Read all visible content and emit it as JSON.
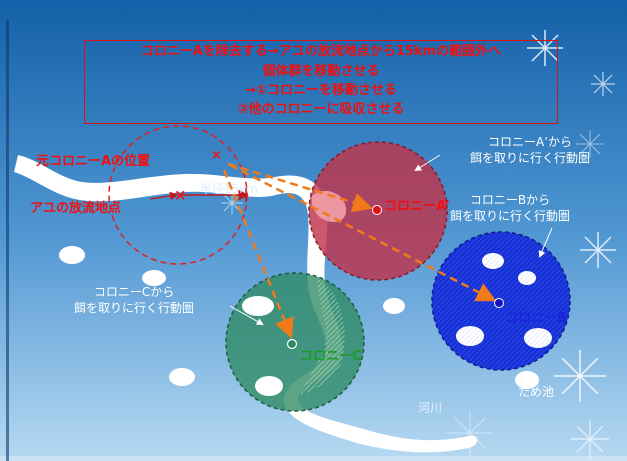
{
  "title_lines": [
    "コロニーAを除去する→アユの放流地点から15kmの範囲外へ",
    "個体群を移動させる",
    "→①コロニーを移動させる",
    "②他のコロニーに吸収させる"
  ],
  "labels": {
    "former_colony_a": "元コロニーAの位置",
    "x_mark": "×",
    "release_point": "アユの放流地点",
    "radius": "半径15km",
    "colony_a_prime": "コロニーA’",
    "colony_b": "コロニーB",
    "colony_c": "コロニーC",
    "range_a_prime": [
      "コロニーA’から",
      "餌を取りに行く行動圏"
    ],
    "range_b": [
      "コロニーBから",
      "餌を取りに行く行動圏"
    ],
    "range_c": [
      "コロニーCから",
      "餌を取りに行く行動圏"
    ],
    "river": "河川",
    "pond": "ため池"
  },
  "colors": {
    "title_red": "#f01010",
    "colony_a_prime_fill": "#c0334a",
    "colony_b_fill": "#1530d8",
    "colony_c_fill": "#2e8a63",
    "arrow_orange": "#f07a18"
  }
}
